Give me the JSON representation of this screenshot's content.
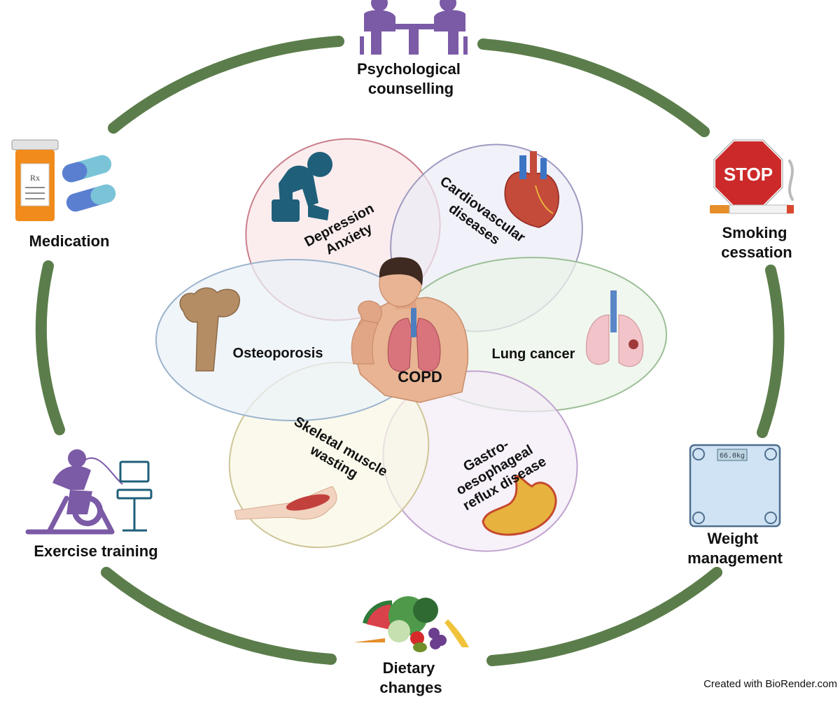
{
  "center": {
    "label": "COPD"
  },
  "comorbidities": [
    {
      "id": "depression",
      "lines": [
        "Depression",
        "Anxiety"
      ],
      "color": "#c97f8a",
      "fill": "#f9e6e8"
    },
    {
      "id": "cardiovascular",
      "lines": [
        "Cardiovascular",
        "diseases"
      ],
      "color": "#9e9ac0",
      "fill": "#ecebf7"
    },
    {
      "id": "lung-cancer",
      "lines": [
        "Lung cancer"
      ],
      "color": "#9cbf97",
      "fill": "#eaf4e8"
    },
    {
      "id": "gerd",
      "lines": [
        "Gastro-",
        "oesophageal",
        "reflux disease"
      ],
      "color": "#c0a3cf",
      "fill": "#f4ebf7"
    },
    {
      "id": "skeletal",
      "lines": [
        "Skeletal muscle",
        "wasting"
      ],
      "color": "#cdc596",
      "fill": "#f8f6e4"
    },
    {
      "id": "osteoporosis",
      "lines": [
        "Osteoporosis"
      ],
      "color": "#9bb3cc",
      "fill": "#eaf1f8"
    }
  ],
  "interventions": [
    {
      "id": "psych",
      "lines": [
        "Psychological",
        "counselling"
      ]
    },
    {
      "id": "smoking",
      "lines": [
        "Smoking",
        "cessation"
      ]
    },
    {
      "id": "weight",
      "lines": [
        "Weight",
        "management"
      ]
    },
    {
      "id": "diet",
      "lines": [
        "Dietary",
        "changes"
      ]
    },
    {
      "id": "exercise",
      "lines": [
        "Exercise training"
      ]
    },
    {
      "id": "medication",
      "lines": [
        "Medication"
      ]
    }
  ],
  "icons": {
    "stop_sign": "STOP",
    "scale_readout": "66.0kg",
    "rx_label": "Rx"
  },
  "colors": {
    "ring": "#5b7d4b",
    "purple": "#7b5aa6",
    "teal": "#1f5f7a"
  },
  "credit": "Created with BioRender.com"
}
